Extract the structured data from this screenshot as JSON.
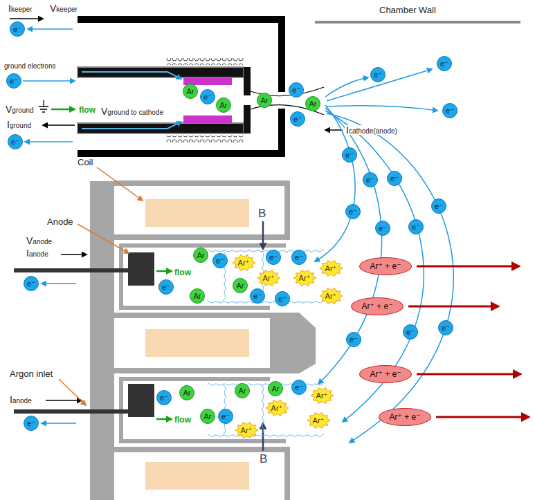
{
  "diagram": {
    "nodes": [
      {
        "text": [
          "e⁻"
        ]
      },
      {
        "text": [
          "e⁻"
        ]
      },
      {
        "text": [
          "Ar"
        ]
      },
      {
        "text": [
          "e⁻"
        ]
      },
      {
        "text": [
          "Ar"
        ]
      },
      {
        "text": [
          "Ar"
        ]
      },
      {
        "text": [
          "e⁻"
        ]
      },
      {
        "text": [
          "Ar"
        ]
      },
      {
        "text": [
          "e⁻"
        ]
      },
      {
        "text": [
          "e⁻"
        ]
      },
      {
        "text": [
          "e⁻"
        ]
      },
      {
        "text": [
          "e⁻"
        ]
      },
      {
        "text": [
          "e⁻"
        ]
      },
      {
        "text": [
          "e⁻"
        ]
      },
      {
        "text": [
          "e⁻"
        ]
      },
      {
        "text": [
          "e⁻"
        ]
      },
      {
        "text": [
          "e⁻"
        ]
      },
      {
        "text": [
          "e⁻"
        ]
      },
      {
        "text": [
          "e⁻"
        ]
      },
      {
        "text": [
          "e⁻"
        ]
      },
      {
        "text": [
          "Ar"
        ]
      },
      {
        "text": [
          "e⁻"
        ]
      },
      {
        "text": [
          "Ar⁺"
        ]
      },
      {
        "text": [
          "e⁻"
        ]
      },
      {
        "text": [
          "e⁻"
        ]
      },
      {
        "text": [
          "Ar⁺"
        ]
      },
      {
        "text": [
          "Ar⁺ + e⁻"
        ]
      },
      {
        "text": [
          "e⁻"
        ]
      },
      {
        "text": [
          "Ar⁺"
        ]
      },
      {
        "text": [
          "Ar⁺"
        ]
      },
      {
        "text": [
          "e⁻"
        ]
      },
      {
        "text": [
          "Ar"
        ]
      },
      {
        "text": [
          "Ar"
        ]
      },
      {
        "text": [
          "e⁻"
        ]
      },
      {
        "text": [
          "e⁻"
        ]
      },
      {
        "text": [
          "Ar⁺"
        ]
      },
      {
        "text": [
          "Ar⁺ + e⁻"
        ]
      },
      {
        "text": [
          "e⁻"
        ]
      },
      {
        "text": [
          "e⁻"
        ]
      },
      {
        "text": [
          "e⁻"
        ]
      },
      {
        "text": [
          "Ar⁺ + e⁻"
        ]
      },
      {
        "text": [
          "Ar"
        ]
      },
      {
        "text": [
          "e⁻"
        ]
      },
      {
        "text": [
          "Ar"
        ]
      },
      {
        "text": [
          "Ar"
        ]
      },
      {
        "text": [
          "Ar⁺"
        ]
      },
      {
        "text": [
          "e⁻"
        ]
      },
      {
        "text": [
          "Ar⁺"
        ]
      },
      {
        "text": [
          "Ar"
        ]
      },
      {
        "text": [
          "e⁻"
        ]
      },
      {
        "text": [
          "Ar⁺ + e⁻"
        ]
      },
      {
        "text": [
          "Ar⁺"
        ]
      },
      {
        "text": [
          "e⁻"
        ]
      },
      {
        "text": [
          "Ar⁺"
        ]
      }
    ],
    "labels": [
      "Chamber Wall",
      "Ikeeper",
      "Vkeeper",
      "ground electrons",
      "Vground",
      "flow",
      "Vground to cathode",
      "Iground",
      "Icathode(anode)",
      "Coil",
      "Anode",
      "Vanode",
      "Ianode",
      "B",
      "flow",
      "Argon inlet",
      "Ianode",
      "flow",
      "B"
    ]
  }
}
